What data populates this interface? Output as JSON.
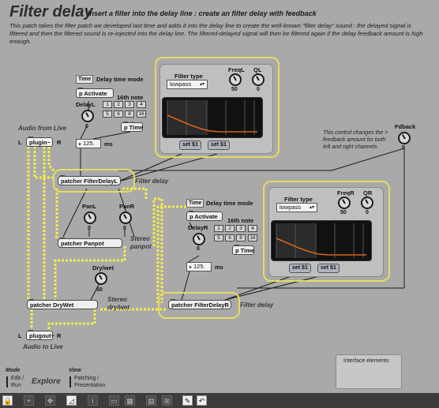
{
  "header": {
    "title": "Filter delay",
    "subtitle": "Insert a filter into the delay line : create an filter delay with feedback",
    "description": "This patch takes the filter patch we developed last time and adds it into the delay line to create the well-known \"filter delay\" sound : the delayed signal is filtered and then the filtered sound is re-injected into the delay line. The filtered-delayed signal will then be filtered again if the delay feedback amount is high enough."
  },
  "left_delay": {
    "time_btn": "Time",
    "mode_label": "Delay time mode",
    "activate": "p Activate",
    "sixteenth": "16th note",
    "delay_label": "DelayL",
    "delay_value": "0",
    "grid": [
      "1",
      "2",
      "3",
      "4",
      "5",
      "6",
      "8",
      "16"
    ],
    "ptime": "p Time",
    "ms_value": "125.",
    "ms_label": "ms"
  },
  "right_delay": {
    "time_btn": "Time",
    "mode_label": "Delay time mode",
    "activate": "p Activate",
    "sixteenth": "16th note",
    "delay_label": "DelayR",
    "delay_value": "0",
    "grid": [
      "1",
      "2",
      "3",
      "4",
      "5",
      "6",
      "8",
      "16"
    ],
    "ptime": "p Time",
    "ms_value": "125.",
    "ms_label": "ms"
  },
  "filter_left": {
    "type_label": "Filter type",
    "type_value": "lowpass",
    "freq_label": "FreqL",
    "freq_value": "50",
    "q_label": "QL",
    "q_value": "0",
    "set1": "set $1",
    "set2": "set $1"
  },
  "filter_right": {
    "type_label": "Filter type",
    "type_value": "lowpass",
    "freq_label": "FreqR",
    "freq_value": "50",
    "q_label": "QR",
    "q_value": "0",
    "set1": "set $1",
    "set2": "set $1"
  },
  "io": {
    "audio_from": "Audio from Live",
    "audio_to": "Audio to Live",
    "l": "L",
    "r": "R",
    "plugin": "plugin~",
    "plugout": "plugout~"
  },
  "patchers": {
    "filter_delay_l": "patcher FilterDelayL",
    "filter_delay_r": "patcher FilterDelayR",
    "panpot": "patcher Panpot",
    "drywet": "patcher DryWet",
    "filter_delay_note_l": "Filter delay",
    "filter_delay_note_r": "Filter delay",
    "stereo_panpot": "Stereo\npanpot",
    "stereo_drywet": "Stereo\ndry/wet"
  },
  "panning": {
    "panl_label": "PanL",
    "panr_label": "PanR",
    "panl_value": "0",
    "panr_value": "0",
    "drywet_label": "Dry/wet",
    "drywet_value": "50"
  },
  "feedback": {
    "note": "This control changes the > feedback amount for both left and right channels.",
    "label": "Fdback",
    "value": "0"
  },
  "interface_box": "Interface elements",
  "footer": {
    "mode_title": "Mode",
    "mode_items": "Edit /\nRun",
    "explore": "Explore",
    "view_title": "View",
    "view_items": "Patching /\nPresentation"
  },
  "colors": {
    "patch_bg": "#a9a9a9",
    "highlight": "#e3dc63",
    "curve": "#d8651d",
    "cable_yellow": "#f2ee4b"
  }
}
